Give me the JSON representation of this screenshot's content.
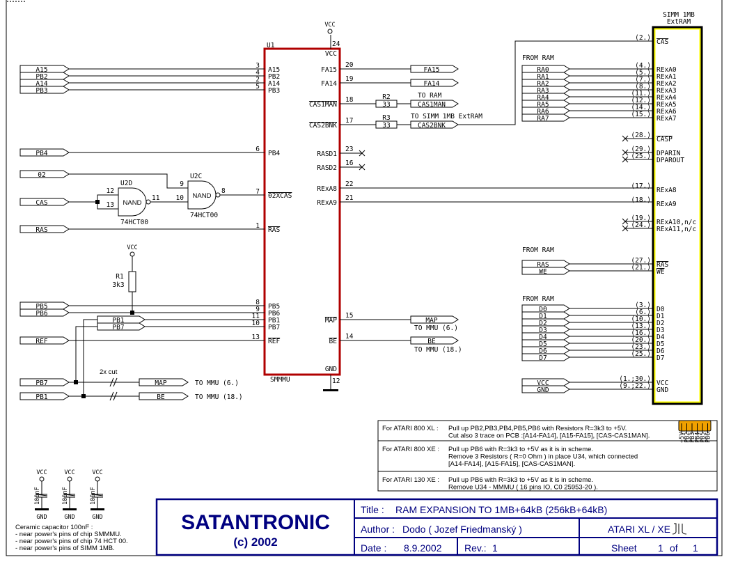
{
  "colors": {
    "chip_outline": "#b00000",
    "simm_fill": "#ffff00",
    "green_net": "#00a000",
    "title_block": "#000080",
    "connector": "#f0a000"
  },
  "u1": {
    "ref": "U1",
    "part": "SMMMU",
    "vcc_label": "VCC",
    "vcc_pin": "24",
    "vcc_inner": "VCC",
    "gnd_inner": "GND",
    "gnd_pin": "12",
    "left_pins": [
      {
        "num": "3",
        "label": "A15",
        "bar": false
      },
      {
        "num": "4",
        "label": "PB2",
        "bar": false
      },
      {
        "num": "2",
        "label": "A14",
        "bar": false
      },
      {
        "num": "5",
        "label": "PB3",
        "bar": false
      },
      {
        "num": "6",
        "label": "PB4",
        "bar": false
      },
      {
        "num": "7",
        "label": "02XCAS",
        "bar": true
      },
      {
        "num": "1",
        "label": "RAS",
        "bar": true
      },
      {
        "num": "8",
        "label": "PB5",
        "bar": false
      },
      {
        "num": "9",
        "label": "PB6",
        "bar": false
      },
      {
        "num": "11",
        "label": "PB1",
        "bar": false
      },
      {
        "num": "10",
        "label": "PB7",
        "bar": false
      },
      {
        "num": "13",
        "label": "REF",
        "bar": true
      }
    ],
    "right_pins": [
      {
        "num": "20",
        "label": "FA15",
        "bar": false
      },
      {
        "num": "19",
        "label": "FA14",
        "bar": false
      },
      {
        "num": "18",
        "label": "CAS1MAN",
        "bar": true
      },
      {
        "num": "17",
        "label": "CAS2BNK",
        "bar": true
      },
      {
        "num": "23",
        "label": "RASD1",
        "bar": false
      },
      {
        "num": "16",
        "label": "RASD2",
        "bar": false
      },
      {
        "num": "22",
        "label": "RExA8",
        "bar": false
      },
      {
        "num": "21",
        "label": "RExA9",
        "bar": false
      },
      {
        "num": "15",
        "label": "MAP",
        "bar": true
      },
      {
        "num": "14",
        "label": "BE",
        "bar": true
      }
    ]
  },
  "left_ports": [
    "A15",
    "PB2",
    "A14",
    "PB3",
    "PB4",
    "02",
    "CAS",
    "RAS",
    "PB5",
    "PB6",
    "REF",
    "PB7",
    "PB1"
  ],
  "mid_ports": [
    "PB1",
    "PB7"
  ],
  "right_ports": [
    "FA15",
    "FA14",
    "CAS1MAN",
    "CAS2BNK",
    "MAP",
    "BE"
  ],
  "bottom_ports": [
    {
      "label": "MAP",
      "note": "TO MMU (6.)"
    },
    {
      "label": "BE",
      "note": "TO MMU (18.)"
    }
  ],
  "cut_label": "2x cut",
  "annotations": {
    "to_ram": "TO RAM",
    "to_simm": "TO SIMM 1MB ExtRAM",
    "map_note": "TO MMU (6.)",
    "be_note": "TO MMU (18.)"
  },
  "resistors": [
    {
      "ref": "R1",
      "value": "3k3",
      "vcc": "VCC"
    },
    {
      "ref": "R2",
      "value": "33"
    },
    {
      "ref": "R3",
      "value": "33"
    }
  ],
  "gates": [
    {
      "ref": "U2D",
      "type": "NAND",
      "part": "74HCT00",
      "in1": "12",
      "in2": "13",
      "out": "11"
    },
    {
      "ref": "U2C",
      "type": "NAND",
      "part": "74HCT00",
      "in1": "9",
      "in2": "10",
      "out": "8"
    }
  ],
  "simm": {
    "title": [
      "SIMM 1MB",
      "ExtRAM"
    ],
    "from_ram": "FROM RAM",
    "pins": [
      {
        "num": "(2.)",
        "label": "CAS",
        "bar": true
      },
      {
        "num": "(4.)",
        "label": "RExA0"
      },
      {
        "num": "(5.)",
        "label": "RExA1"
      },
      {
        "num": "(7.)",
        "label": "RExA2"
      },
      {
        "num": "(8.)",
        "label": "RExA3"
      },
      {
        "num": "(11.)",
        "label": "RExA4"
      },
      {
        "num": "(12.)",
        "label": "RExA5"
      },
      {
        "num": "(14.)",
        "label": "RExA6"
      },
      {
        "num": "(15.)",
        "label": "RExA7"
      },
      {
        "num": "(28.)",
        "label": "CASP",
        "bar": true,
        "nc": true
      },
      {
        "num": "(29.)",
        "label": "DPARIN",
        "nc": true
      },
      {
        "num": "(25.)",
        "label": "DPAROUT",
        "nc": true
      },
      {
        "num": "(17.)",
        "label": "RExA8"
      },
      {
        "num": "(18.)",
        "label": "RExA9"
      },
      {
        "num": "(19.)",
        "label": "RExA10,n/c",
        "nc": true
      },
      {
        "num": "(24.)",
        "label": "RExA11,n/c",
        "nc": true
      },
      {
        "num": "(27.)",
        "label": "RAS",
        "bar": true
      },
      {
        "num": "(21.)",
        "label": "WE",
        "bar": true
      },
      {
        "num": "(3.)",
        "label": "D0"
      },
      {
        "num": "(6.)",
        "label": "D1"
      },
      {
        "num": "(10.)",
        "label": "D2"
      },
      {
        "num": "(13.)",
        "label": "D3"
      },
      {
        "num": "(16.)",
        "label": "D4"
      },
      {
        "num": "(20.)",
        "label": "D5"
      },
      {
        "num": "(23.)",
        "label": "D6"
      },
      {
        "num": "(25.)",
        "label": "D7"
      },
      {
        "num": "(1.;30.)",
        "label": "VCC"
      },
      {
        "num": "(9.;22.)",
        "label": "GND"
      }
    ],
    "ports": [
      "RA0",
      "RA1",
      "RA2",
      "RA3",
      "RA4",
      "RA5",
      "RA6",
      "RA7",
      "RAS",
      "WE",
      "D0",
      "D1",
      "D2",
      "D3",
      "D4",
      "D5",
      "D6",
      "D7",
      "VCC",
      "GND"
    ]
  },
  "notes": [
    {
      "label": "For ATARI 800 XL :",
      "lines": [
        "Pull up PB2,PB3,PB4,PB5,PB6 with Resistors R=3k3 to +5V.",
        "Cut also 3 trace on PCB :[A14-FA14], [A15-FA15], [CAS-CAS1MAN]."
      ]
    },
    {
      "label": "For ATARI 800 XE :",
      "lines": [
        "Pull up PB6 with R=3k3 to +5V as it is in scheme.",
        "Remove 3 Resistors ( R=0 Ohm ) in place U34, which connected",
        "[A14-FA14], [A15-FA15], [CAS-CAS1MAN]."
      ]
    },
    {
      "label": "For ATARI 130 XE :",
      "lines": [
        "Pull up PB6 with R=3k3 to +5V as it is in scheme.",
        "Remove U34 - MMMU ( 16 pins IO, C0 25953-20 )."
      ]
    }
  ],
  "connector_pins": [
    "+5V",
    "PB2",
    "PB3",
    "PB4",
    "PB5",
    "PB6"
  ],
  "capacitors": {
    "value": "100nF",
    "vcc": "VCC",
    "gnd": "GND",
    "count": 3,
    "note": [
      "Ceramic capacitor 100nF :",
      "- near power's pins of chip SMMMU.",
      "- near power's pins of chip 74 HCT 00.",
      "- near power's pins of SIMM 1MB."
    ]
  },
  "title_block": {
    "company": "SATANTRONIC",
    "copyright": "(c) 2002",
    "title_label": "Title :",
    "title": "RAM EXPANSION TO 1MB+64kB   (256kB+64kB)",
    "author_label": "Author :",
    "author": "Dodo  ( Jozef Friedmanský )",
    "platform": "ATARI XL / XE",
    "date_label": "Date :",
    "date": "8.9.2002",
    "rev_label": "Rev.:",
    "rev": "1",
    "sheet_label": "Sheet",
    "sheet": "1",
    "of_label": "of",
    "sheets": "1"
  }
}
